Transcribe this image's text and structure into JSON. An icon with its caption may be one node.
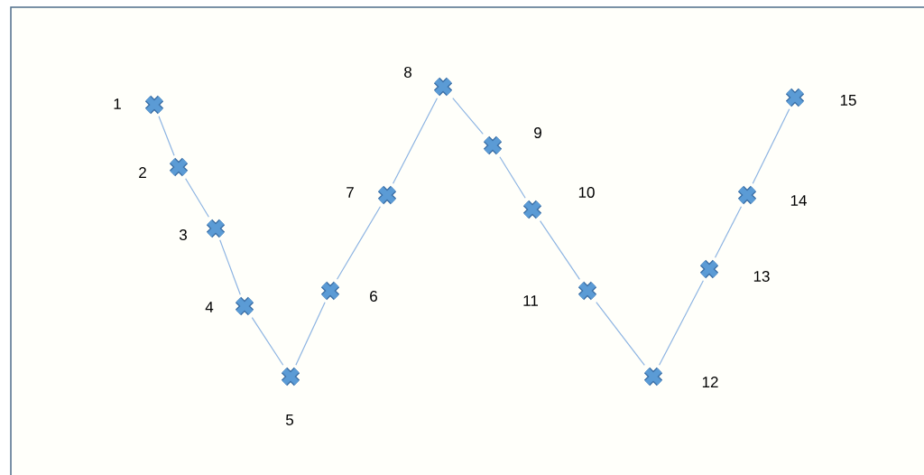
{
  "diagram": {
    "nodes": [
      {
        "text": [],
        "shape": "cross",
        "beside": [
          "1"
        ]
      },
      {
        "text": [],
        "shape": "cross",
        "beside": [
          "2"
        ]
      },
      {
        "text": [],
        "shape": "cross",
        "beside": [
          "3"
        ]
      },
      {
        "text": [],
        "shape": "cross",
        "beside": [
          "4"
        ]
      },
      {
        "text": [],
        "shape": "cross",
        "beside": [
          "5"
        ]
      },
      {
        "text": [],
        "shape": "cross",
        "beside": [
          "6"
        ]
      },
      {
        "text": [],
        "shape": "cross",
        "beside": [
          "7"
        ]
      },
      {
        "text": [],
        "shape": "cross",
        "beside": [
          "8"
        ]
      },
      {
        "text": [],
        "shape": "cross",
        "beside": [
          "9"
        ]
      },
      {
        "text": [],
        "shape": "cross",
        "beside": [
          "10"
        ]
      },
      {
        "text": [],
        "shape": "cross",
        "beside": [
          "11"
        ]
      },
      {
        "text": [],
        "shape": "cross",
        "beside": [
          "12"
        ]
      },
      {
        "text": [],
        "shape": "cross",
        "beside": [
          "13"
        ]
      },
      {
        "text": [],
        "shape": "cross",
        "beside": [
          "14"
        ]
      },
      {
        "text": [],
        "shape": "cross",
        "beside": [
          "15"
        ]
      }
    ],
    "edges": [
      {
        "from": 0,
        "to": 1,
        "arrow": "none"
      },
      {
        "from": 1,
        "to": 2,
        "arrow": "none"
      },
      {
        "from": 2,
        "to": 3,
        "arrow": "none"
      },
      {
        "from": 3,
        "to": 4,
        "arrow": "none"
      },
      {
        "from": 4,
        "to": 5,
        "arrow": "none"
      },
      {
        "from": 5,
        "to": 6,
        "arrow": "none"
      },
      {
        "from": 6,
        "to": 7,
        "arrow": "none"
      },
      {
        "from": 7,
        "to": 8,
        "arrow": "none"
      },
      {
        "from": 8,
        "to": 9,
        "arrow": "none"
      },
      {
        "from": 9,
        "to": 10,
        "arrow": "none"
      },
      {
        "from": 10,
        "to": 11,
        "arrow": "none"
      },
      {
        "from": 11,
        "to": 12,
        "arrow": "none"
      },
      {
        "from": 12,
        "to": 13,
        "arrow": "none"
      },
      {
        "from": 13,
        "to": 14,
        "arrow": "none"
      }
    ]
  }
}
